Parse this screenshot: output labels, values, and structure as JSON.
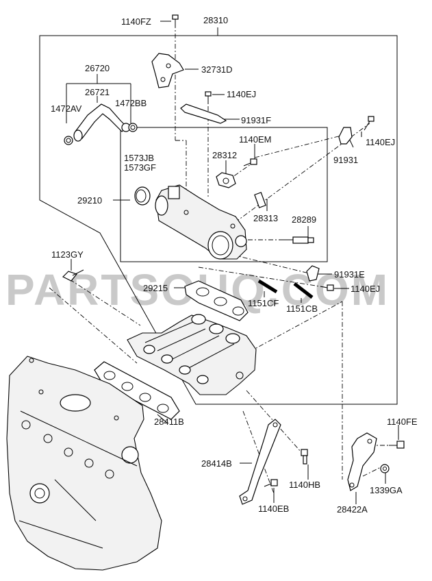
{
  "watermark": "PARTSOUQ.COM",
  "labels": {
    "l_1140FZ": "1140FZ",
    "l_28310": "28310",
    "l_32731D": "32731D",
    "l_26720": "26720",
    "l_26721": "26721",
    "l_1472AV": "1472AV",
    "l_1472BB": "1472BB",
    "l_1140EJ_a": "1140EJ",
    "l_91931F": "91931F",
    "l_1140EJ_b": "1140EJ",
    "l_91931": "91931",
    "l_1140EM": "1140EM",
    "l_28312": "28312",
    "l_1573JB": "1573JB",
    "l_1573GF": "1573GF",
    "l_29210": "29210",
    "l_28313": "28313",
    "l_28289": "28289",
    "l_1123GY": "1123GY",
    "l_91931E": "91931E",
    "l_29215": "29215",
    "l_1140EJ_c": "1140EJ",
    "l_1151CF": "1151CF",
    "l_1151CB": "1151CB",
    "l_28411B": "28411B",
    "l_1140FE": "1140FE",
    "l_28414B": "28414B",
    "l_1140HB": "1140HB",
    "l_1339GA": "1339GA",
    "l_1140EB": "1140EB",
    "l_28422A": "28422A"
  }
}
